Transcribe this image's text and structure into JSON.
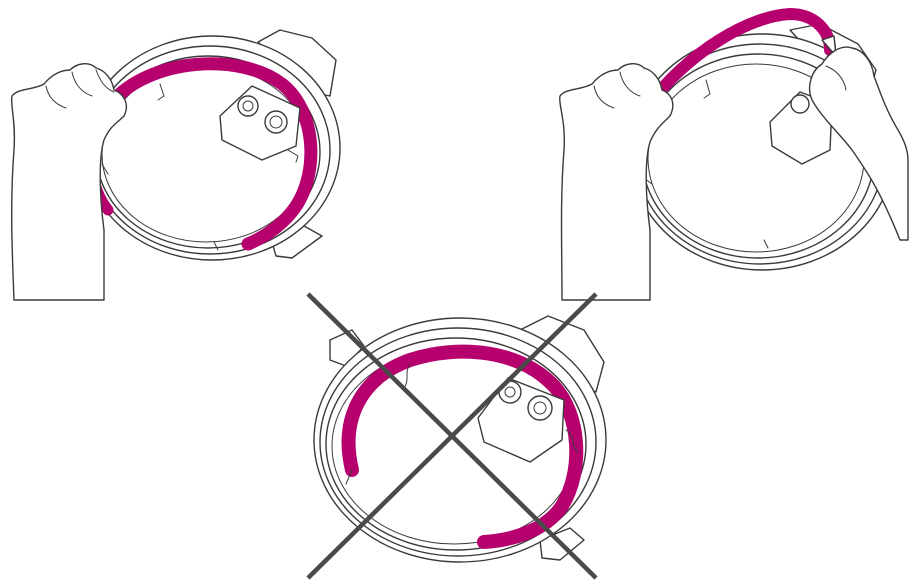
{
  "colors": {
    "outline": "#3a3a3a",
    "sealing_ring": "#b5006e",
    "cross": "#4a4a4a",
    "background": "#ffffff"
  },
  "panels": [
    {
      "id": "insert-ring",
      "status": "correct"
    },
    {
      "id": "remove-ring",
      "status": "correct"
    },
    {
      "id": "incorrect-ring",
      "status": "incorrect"
    }
  ],
  "icons": [
    "cross-mark-icon"
  ]
}
